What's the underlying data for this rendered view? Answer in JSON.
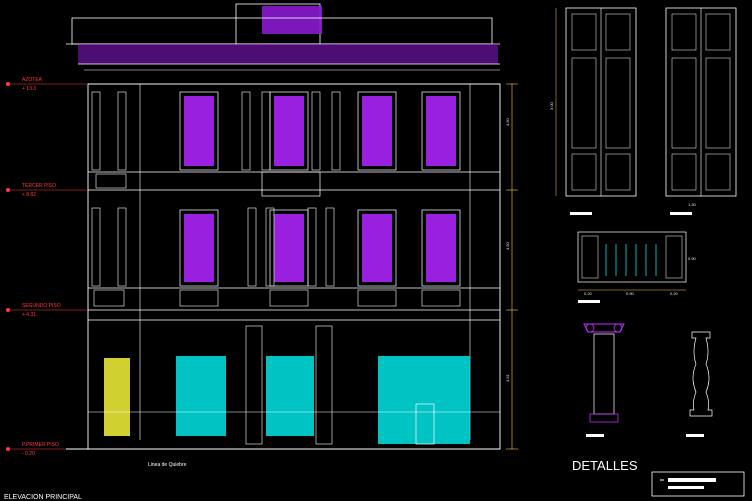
{
  "colors": {
    "background": "#000000",
    "linework": "#ffffff",
    "ornament": "#c030ff",
    "window_fill": "#9a20e0",
    "shutter": "#00e5e5",
    "yellow_shutter": "#f5f53a",
    "level_marker": "#ff3b3b",
    "dimension_line": "#ffcc33",
    "dimension_text": "#e8e8e8"
  },
  "levels": [
    {
      "id": "azotea",
      "name": "AZOTEA",
      "elevation": "+ 13.3"
    },
    {
      "id": "tercer",
      "name": "TERCER PISO",
      "elevation": "+ 8.82"
    },
    {
      "id": "segundo",
      "name": "SEGUNDO PISO",
      "elevation": "+ 4.31"
    },
    {
      "id": "primer",
      "name": "P.PRIMER PISO",
      "elevation": "- 0.20"
    }
  ],
  "annotations": {
    "line_label": "Linea de Quiebre",
    "elevation_title": "ELEVACION PRINCIPAL",
    "details_title": "DETALLES"
  },
  "vertical_dims": {
    "upper": "4.50",
    "middle": "4.50",
    "lower": "4.51"
  },
  "detail_dims": {
    "door_height": "3.00",
    "door_width": "1.30",
    "balustrade_widths": [
      "0.20",
      "0.90",
      "0.20"
    ],
    "balustrade_height": "0.90"
  }
}
